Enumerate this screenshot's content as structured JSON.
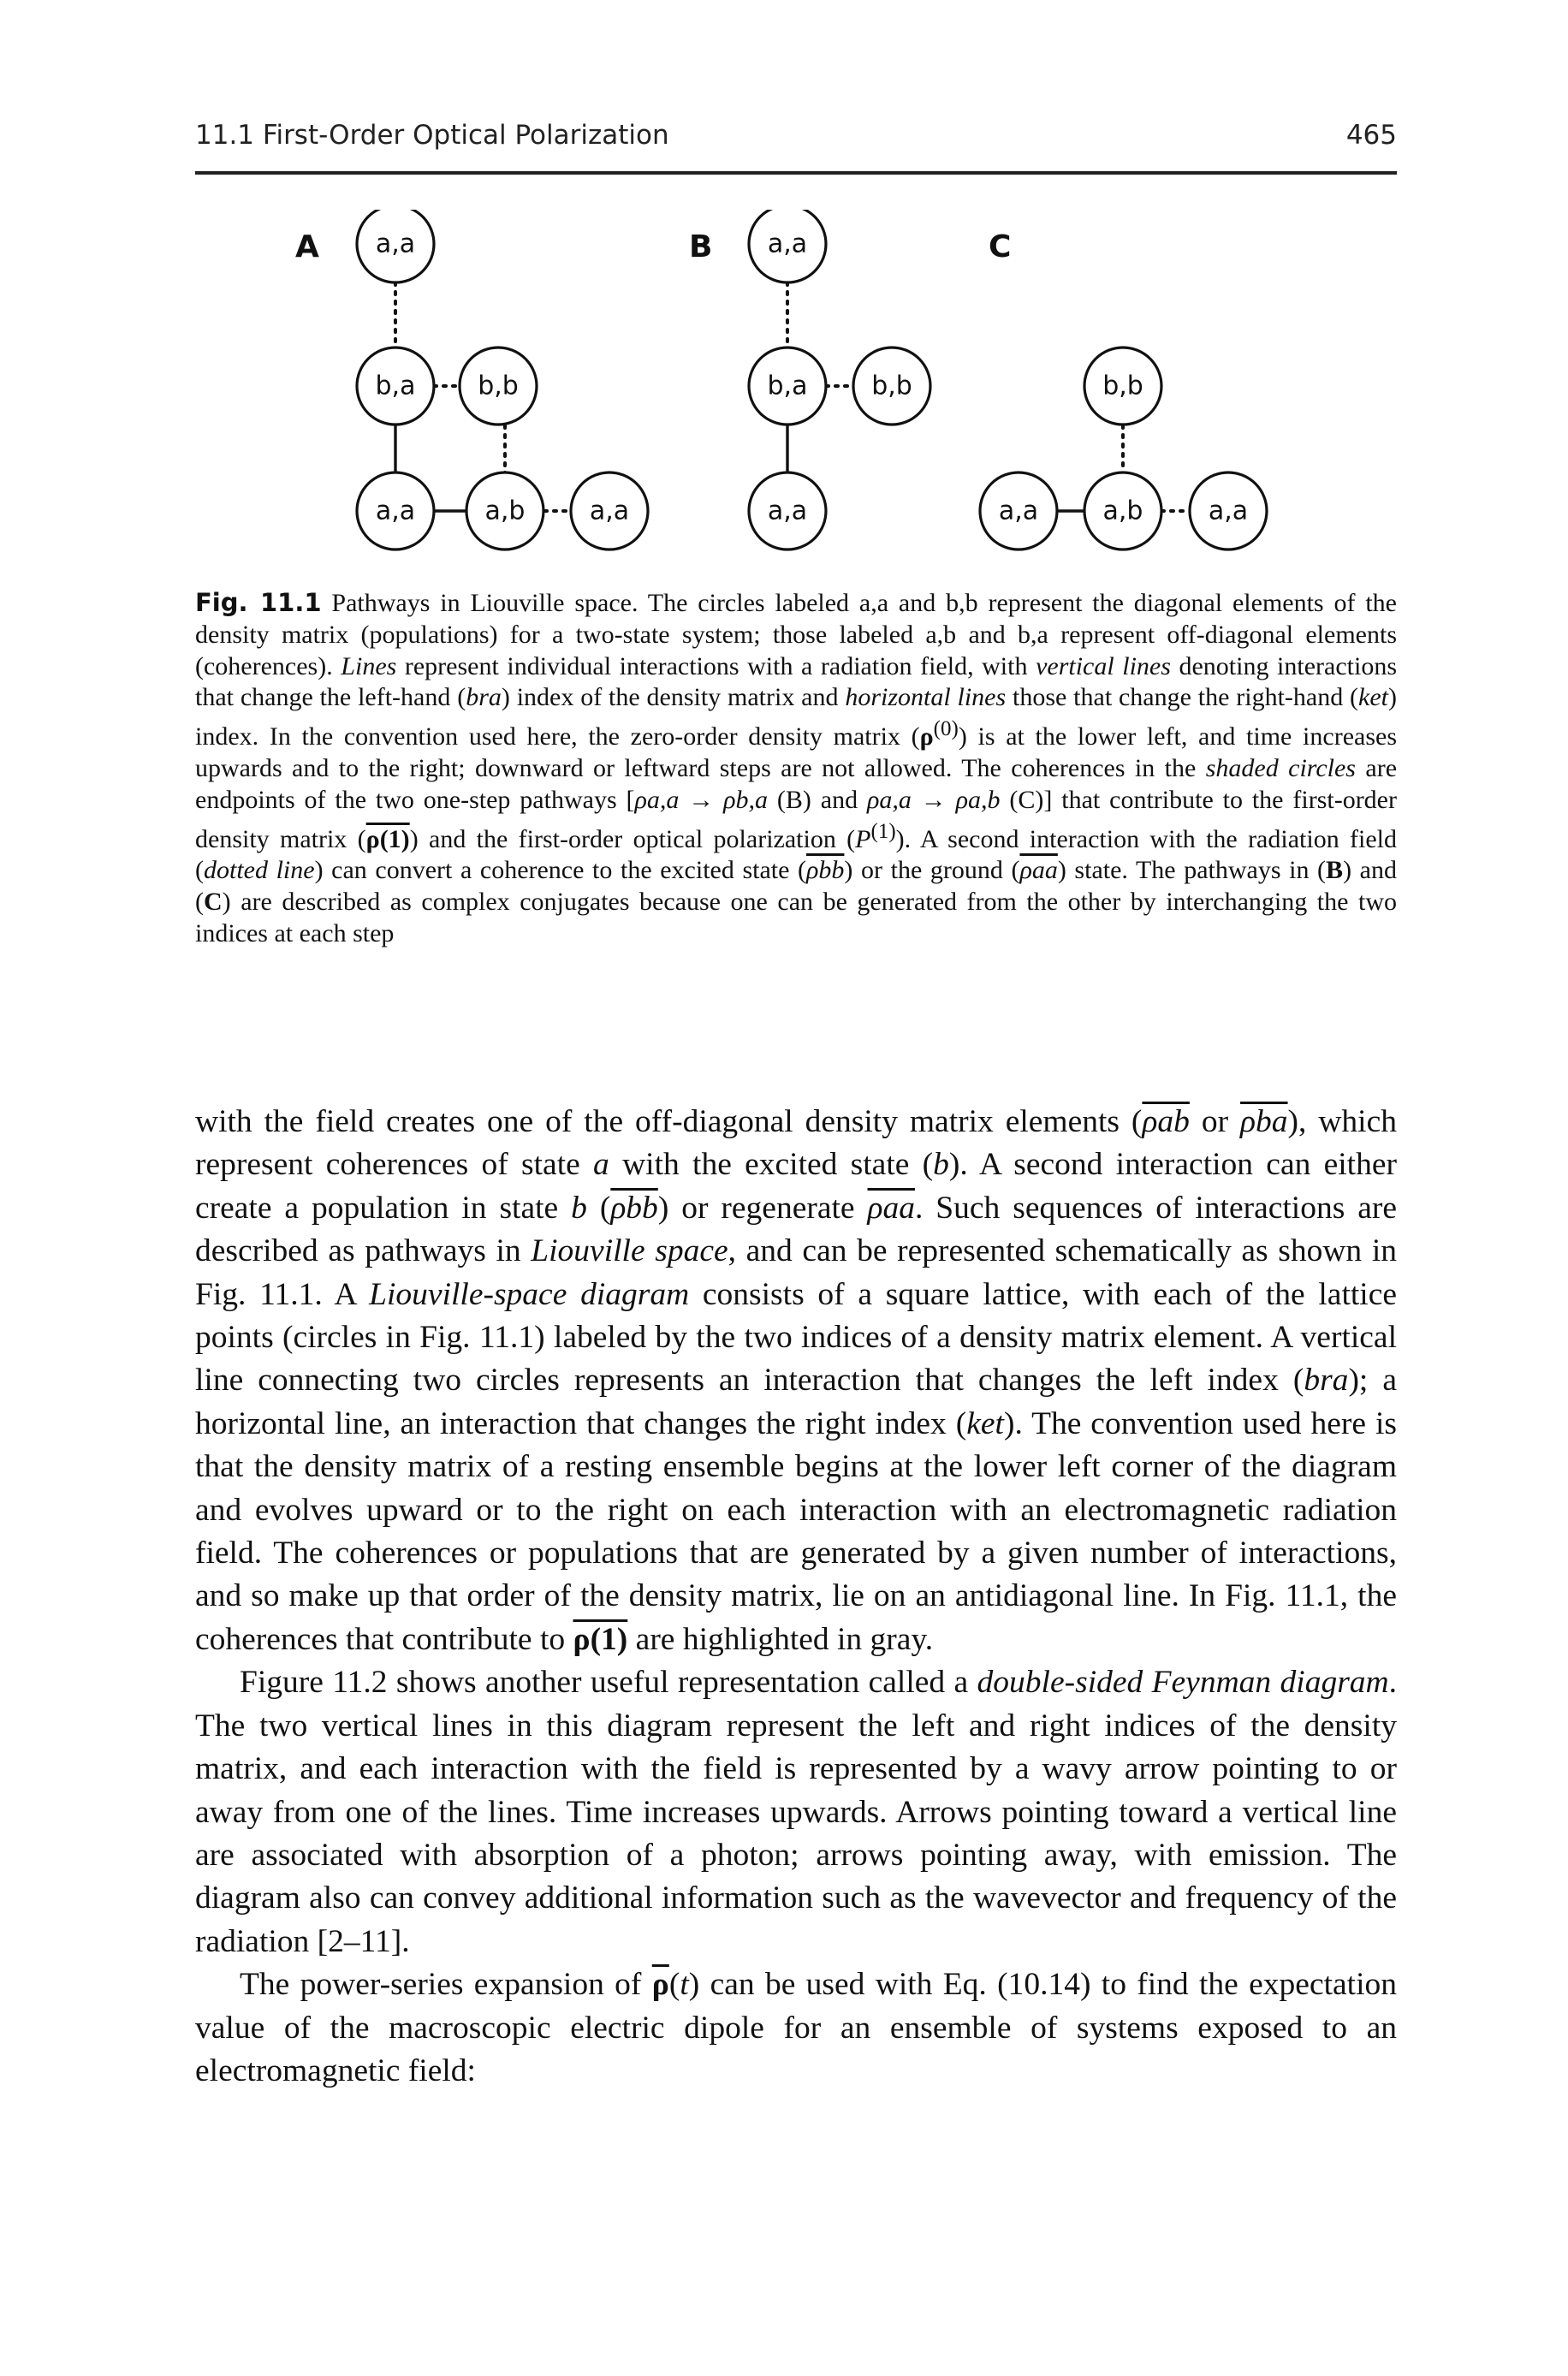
{
  "running_head": {
    "section_title": "11.1   First-Order Optical Polarization",
    "page_number": "465"
  },
  "figure": {
    "panels": [
      {
        "letter": "A",
        "nodes": [
          {
            "id": "A-top",
            "label": "a,a"
          },
          {
            "id": "A-mid-left",
            "label": "b,a"
          },
          {
            "id": "A-mid-right",
            "label": "b,b"
          },
          {
            "id": "A-bottom-left",
            "label": "a,a"
          },
          {
            "id": "A-bottom-mid",
            "label": "a,b"
          },
          {
            "id": "A-bottom-right",
            "label": "a,a"
          }
        ]
      },
      {
        "letter": "B",
        "nodes": [
          {
            "id": "B-top",
            "label": "a,a"
          },
          {
            "id": "B-mid-left",
            "label": "b,a"
          },
          {
            "id": "B-mid-right",
            "label": "b,b"
          },
          {
            "id": "B-bottom",
            "label": "a,a"
          }
        ]
      },
      {
        "letter": "C",
        "nodes": [
          {
            "id": "C-top",
            "label": "b,b"
          },
          {
            "id": "C-bottom-left",
            "label": "a,a"
          },
          {
            "id": "C-bottom-mid",
            "label": "a,b"
          },
          {
            "id": "C-bottom-right",
            "label": "a,a"
          }
        ]
      }
    ]
  },
  "caption": {
    "label": "Fig. 11.1",
    "text": [
      " Pathways in Liouville space. The circles labeled a,a and b,b represent the diagonal elements of the density matrix (populations) for a two-state system; those labeled a,b and b,a represent off-diagonal elements (coherences). ",
      "Lines",
      " represent individual interactions with a radiation field, with ",
      "vertical lines",
      " denoting interactions that change the left-hand (",
      "bra",
      ") index of the density matrix and ",
      "horizontal lines",
      " those that change the right-hand (",
      "ket",
      ") index. In the convention used here, the zero-order density matrix (",
      "ρ",
      "(0)",
      ") is at the lower left, and time increases upwards and to the right; downward or leftward steps are not allowed. The coherences in the ",
      "shaded circles",
      " are endpoints of the two one-step pathways [",
      "ρa,a → ρb,a",
      " (B) and ",
      "ρa,a → ρa,b",
      " (C)] that contribute to the first-order density matrix (",
      "ρ(1)",
      ") and the first-order optical polarization (",
      "P",
      "(1)",
      "). A second interaction with the radiation field (",
      "dotted line",
      ") can convert a coherence to the excited state (",
      "ρbb",
      ") or the ground (",
      "ρaa",
      ") state. The pathways in (",
      "B",
      ") and (",
      "C",
      ") are described as complex conjugates because one can be generated from the other by interchanging the two indices at each step"
    ]
  },
  "body": {
    "p1": [
      "with the field creates one of the off-diagonal density matrix elements (",
      "ρab",
      " or ",
      "ρba",
      "), which represent coherences of state ",
      "a",
      " with the excited state (",
      "b",
      "). A second interaction can either create a population in state ",
      "b",
      " (",
      "ρbb",
      ") or regenerate ",
      "ρaa",
      ". Such sequences of interactions are described as pathways in ",
      "Liouville space",
      ", and can be represented schematically as shown in Fig. 11.1. A ",
      "Liouville-space diagram",
      " consists of a square lattice, with each of the lattice points (circles in Fig. 11.1) labeled by the two indices of a density matrix element. A vertical line connecting two circles represents an interaction that changes the left index (",
      "bra",
      "); a horizontal line, an interaction that changes the right index (",
      "ket",
      "). The convention used here is that the density matrix of a resting ensemble begins at the lower left corner of the diagram and evolves upward or to the right on each interaction with an electromagnetic radiation field. The coherences or populations that are generated by a given number of interactions, and so make up that order of the density matrix, lie on an antidiagonal line. In Fig. 11.1, the coherences that contribute to ",
      "ρ(1)",
      " are highlighted in gray."
    ],
    "p2": [
      "Figure 11.2 shows another useful representation called a ",
      "double-sided Feynman diagram",
      ". The two vertical lines in this diagram represent the left and right indices of the density matrix, and each interaction with the field is represented by a wavy arrow pointing to or away from one of the lines. Time increases upwards. Arrows pointing toward a vertical line are associated with absorption of a photon; arrows pointing away, with emission. The diagram also can convey additional information such as the wavevector and frequency of the radiation [2–11]."
    ],
    "p3": [
      "The power-series expansion of ",
      "ρ",
      "(",
      "t",
      ") can be used with Eq. (10.14) to find the expectation value of the macroscopic electric dipole for an ensemble of systems exposed to an electromagnetic field:"
    ]
  }
}
